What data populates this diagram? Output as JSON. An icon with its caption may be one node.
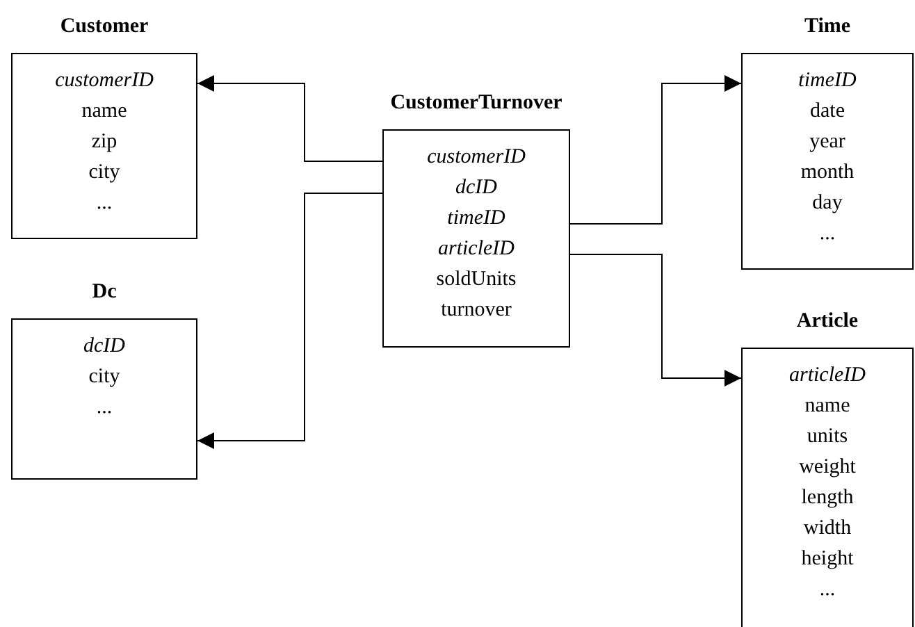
{
  "diagram": {
    "nodes": [
      {
        "text": [
          "Customer",
          "*customerID*",
          "name",
          "zip",
          "city",
          "..."
        ]
      },
      {
        "text": [
          "Dc",
          "*dcID*",
          "city",
          "..."
        ]
      },
      {
        "text": [
          "CustomerTurnover",
          "*customerID*",
          "*dcID*",
          "*timeID*",
          "*articleID*",
          "soldUnits",
          "turnover"
        ]
      },
      {
        "text": [
          "Time",
          "*timeID*",
          "date",
          "year",
          "month",
          "day",
          "..."
        ]
      },
      {
        "text": [
          "Article",
          "*articleID*",
          "name",
          "units",
          "weight",
          "length",
          "width",
          "height",
          "..."
        ]
      }
    ],
    "edges": [
      {
        "from": 2,
        "to": 0,
        "arrow": "to"
      },
      {
        "from": 2,
        "to": 1,
        "arrow": "to"
      },
      {
        "from": 2,
        "to": 3,
        "arrow": "to"
      },
      {
        "from": 2,
        "to": 4,
        "arrow": "to"
      }
    ]
  }
}
